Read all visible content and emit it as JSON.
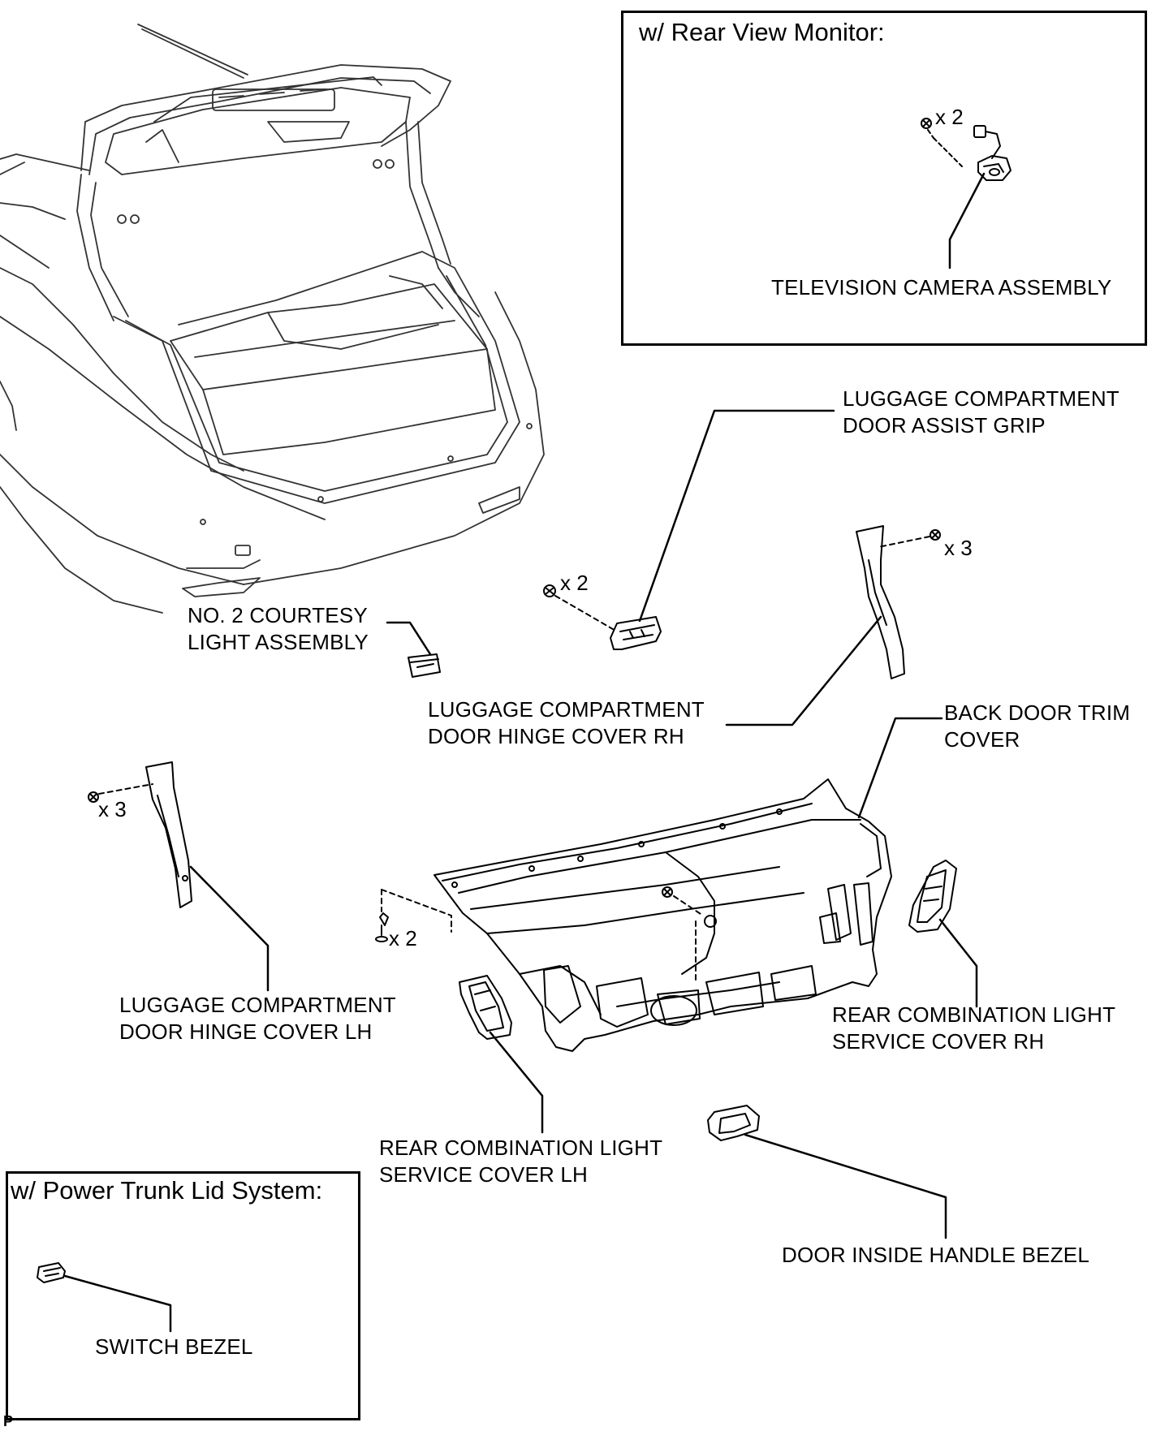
{
  "insets": {
    "rear_view_monitor": {
      "title": "w/ Rear View Monitor:"
    },
    "power_trunk_lid": {
      "title": "w/ Power Trunk Lid System:"
    }
  },
  "parts": {
    "television_camera": {
      "lines": [
        "TELEVISION CAMERA ASSEMBLY"
      ]
    },
    "assist_grip": {
      "lines": [
        "LUGGAGE COMPARTMENT",
        "DOOR ASSIST GRIP"
      ]
    },
    "courtesy_light": {
      "lines": [
        "NO. 2 COURTESY",
        "LIGHT ASSEMBLY"
      ]
    },
    "hinge_cover_rh": {
      "lines": [
        "LUGGAGE COMPARTMENT",
        "DOOR HINGE COVER RH"
      ]
    },
    "back_door_trim": {
      "lines": [
        "BACK DOOR TRIM",
        "COVER"
      ]
    },
    "hinge_cover_lh": {
      "lines": [
        "LUGGAGE COMPARTMENT",
        "DOOR HINGE COVER LH"
      ]
    },
    "service_cover_rh": {
      "lines": [
        "REAR COMBINATION LIGHT",
        "SERVICE COVER RH"
      ]
    },
    "service_cover_lh": {
      "lines": [
        "REAR COMBINATION LIGHT",
        "SERVICE COVER LH"
      ]
    },
    "handle_bezel": {
      "lines": [
        "DOOR INSIDE HANDLE BEZEL"
      ]
    },
    "switch_bezel": {
      "lines": [
        "SWITCH BEZEL"
      ]
    }
  },
  "fasteners": {
    "camera_screws": "x 2",
    "grip_screws": "x 2",
    "hinge_rh_screws": "x 3",
    "hinge_lh_screws": "x 3",
    "trim_clips": "x 2"
  },
  "corner_mark": "P"
}
